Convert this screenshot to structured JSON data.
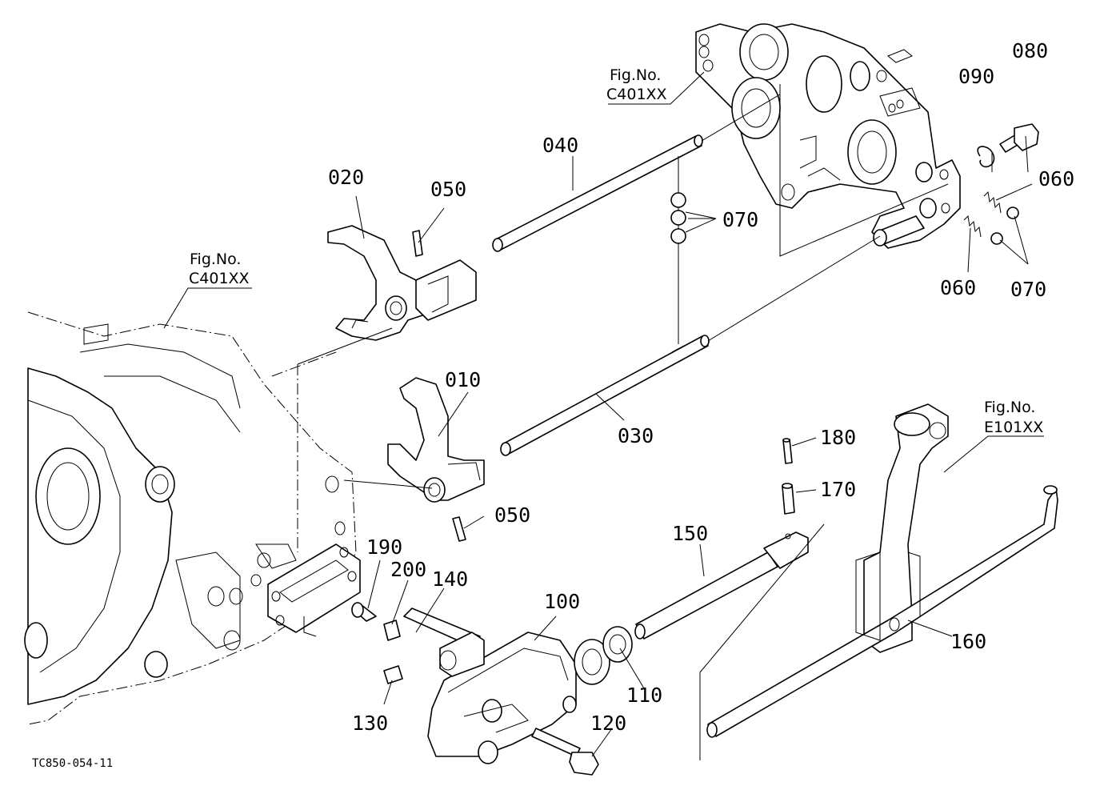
{
  "figure_refs": {
    "upper": {
      "line1": "Fig.No.",
      "line2": "C401XX"
    },
    "left": {
      "line1": "Fig.No.",
      "line2": "C401XX"
    },
    "right": {
      "line1": "Fig.No.",
      "line2": "E101XX"
    }
  },
  "parts": {
    "p010": "010",
    "p020": "020",
    "p030": "030",
    "p040": "040",
    "p050a": "050",
    "p050b": "050",
    "p060a": "060",
    "p060b": "060",
    "p070a": "070",
    "p070b": "070",
    "p080": "080",
    "p090": "090",
    "p100": "100",
    "p110": "110",
    "p120": "120",
    "p130": "130",
    "p140": "140",
    "p150": "150",
    "p160": "160",
    "p170": "170",
    "p180": "180",
    "p190": "190",
    "p200": "200"
  },
  "drawing_code": "TC850-054-11"
}
